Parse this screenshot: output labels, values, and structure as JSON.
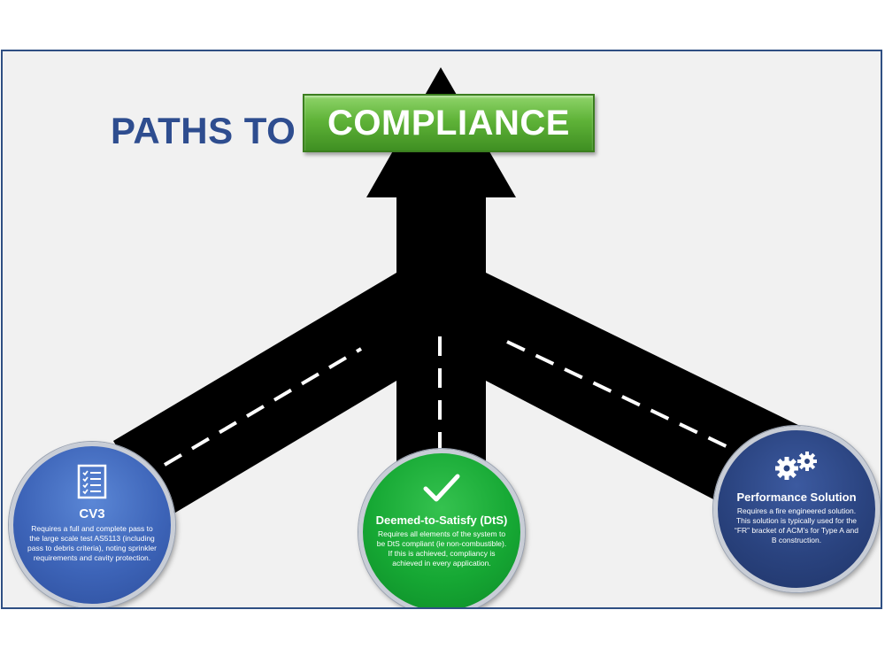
{
  "title": {
    "lead": "PATHS TO",
    "highlight": "COMPLIANCE"
  },
  "colors": {
    "title_blue": "#2e4d8f",
    "compliance_green": "#5fb338",
    "road": "#000000",
    "road_marking": "#ffffff",
    "cv3_blue": "#3d64b8",
    "dts_green": "#16a834",
    "performance_navy": "#2a437f"
  },
  "paths": [
    {
      "id": "cv3",
      "icon": "checklist-icon",
      "title": "CV3",
      "description": "Requires a full and complete pass to the large scale test AS5113 (including pass to debris criteria), noting sprinkler requirements and cavity protection."
    },
    {
      "id": "dts",
      "icon": "checkmark-icon",
      "title": "Deemed-to-Satisfy (DtS)",
      "description": "Requires all elements of the system to be DtS compliant (ie non-combustible). If this is achieved, compliancy is achieved in every application."
    },
    {
      "id": "performance",
      "icon": "gears-icon",
      "title": "Performance Solution",
      "description": "Requires a fire engineered solution. This solution is typically used for the “FR” bracket of ACM’s for Type A and B construction."
    }
  ]
}
